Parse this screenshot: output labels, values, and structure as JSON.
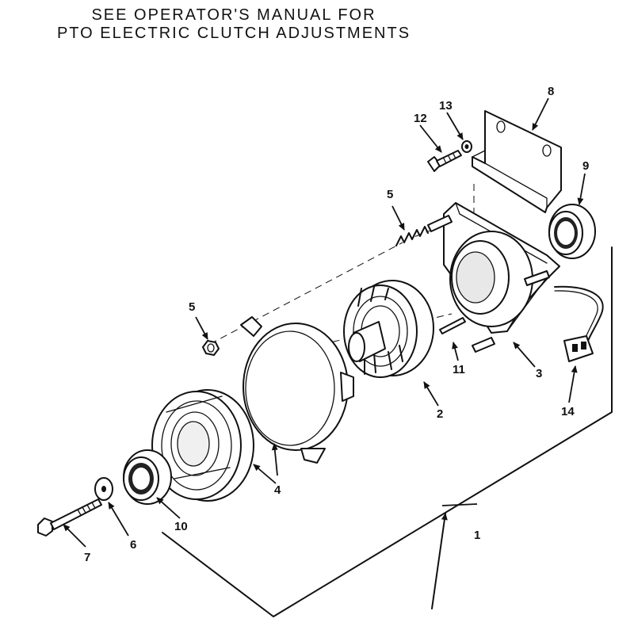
{
  "header": {
    "line1": "SEE OPERATOR'S MANUAL FOR",
    "line2": "PTO ELECTRIC CLUTCH ADJUSTMENTS"
  },
  "callouts": {
    "c1": "1",
    "c2": "2",
    "c3": "3",
    "c4": "4",
    "c5_spring": "5",
    "c5_nut": "5",
    "c6": "6",
    "c7": "7",
    "c8": "8",
    "c9": "9",
    "c10": "10",
    "c11": "11",
    "c12": "12",
    "c13": "13",
    "c14": "14"
  }
}
